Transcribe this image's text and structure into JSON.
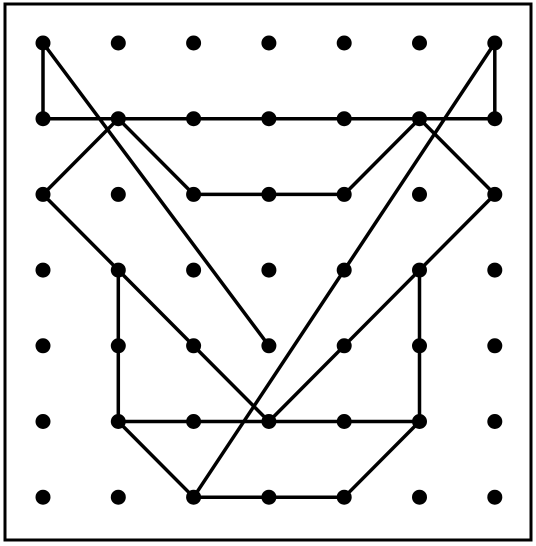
{
  "board": {
    "cols": 7,
    "rows": 7,
    "ink_color": "#000000",
    "paper_color": "#ffffff"
  },
  "segments": [
    {
      "from": [
        0,
        0
      ],
      "to": [
        0,
        1
      ]
    },
    {
      "from": [
        0,
        0
      ],
      "to": [
        3,
        4
      ]
    },
    {
      "from": [
        0,
        1
      ],
      "to": [
        6,
        1
      ]
    },
    {
      "from": [
        6,
        0
      ],
      "to": [
        6,
        1
      ]
    },
    {
      "from": [
        6,
        0
      ],
      "to": [
        2,
        6
      ]
    },
    {
      "from": [
        0,
        2
      ],
      "to": [
        1,
        1
      ]
    },
    {
      "from": [
        0,
        2
      ],
      "to": [
        3,
        5
      ]
    },
    {
      "from": [
        1,
        1
      ],
      "to": [
        2,
        2
      ]
    },
    {
      "from": [
        2,
        2
      ],
      "to": [
        4,
        2
      ]
    },
    {
      "from": [
        4,
        2
      ],
      "to": [
        5,
        1
      ]
    },
    {
      "from": [
        5,
        1
      ],
      "to": [
        6,
        2
      ]
    },
    {
      "from": [
        6,
        2
      ],
      "to": [
        3,
        5
      ]
    },
    {
      "from": [
        1,
        3
      ],
      "to": [
        1,
        5
      ]
    },
    {
      "from": [
        5,
        3
      ],
      "to": [
        5,
        5
      ]
    },
    {
      "from": [
        1,
        5
      ],
      "to": [
        5,
        5
      ]
    },
    {
      "from": [
        1,
        5
      ],
      "to": [
        2,
        6
      ]
    },
    {
      "from": [
        2,
        6
      ],
      "to": [
        4,
        6
      ]
    },
    {
      "from": [
        4,
        6
      ],
      "to": [
        5,
        5
      ]
    }
  ]
}
